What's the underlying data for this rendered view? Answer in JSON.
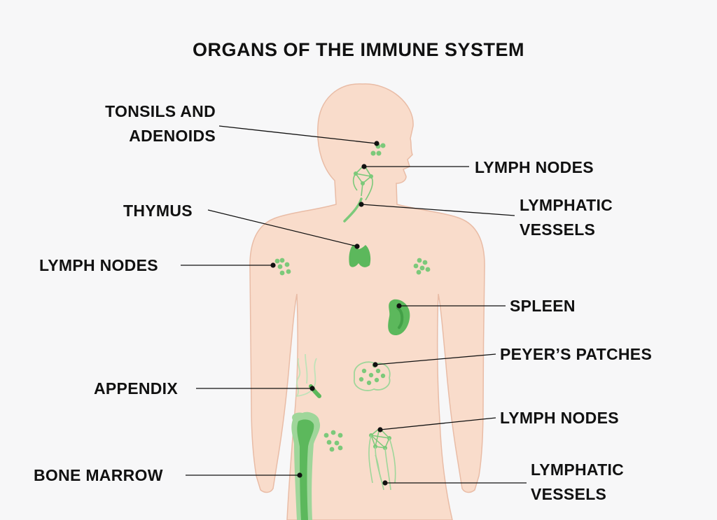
{
  "title": "ORGANS OF THE IMMUNE SYSTEM",
  "labels": {
    "tonsils": [
      "TONSILS AND",
      "ADENOIDS"
    ],
    "lymph_nodes_neck": "LYMPH NODES",
    "lymphatic_vessels_neck": [
      "LYMPHATIC",
      "VESSELS"
    ],
    "thymus": "THYMUS",
    "lymph_nodes_arm": "LYMPH NODES",
    "spleen": "SPLEEN",
    "peyers_patches": "PEYER’S PATCHES",
    "appendix": "APPENDIX",
    "lymph_nodes_groin": "LYMPH NODES",
    "bone_marrow": "BONE MARROW",
    "lymphatic_vessels_leg": [
      "LYMPHATIC",
      "VESSELS"
    ]
  },
  "colors": {
    "background": "#f7f7f8",
    "skin": "#f9dccb",
    "skin_outline": "#e9bca6",
    "organ": "#5cb85c",
    "organ_dark": "#43a047",
    "organ_light": "#9fd69a",
    "leader_line": "#111111"
  }
}
